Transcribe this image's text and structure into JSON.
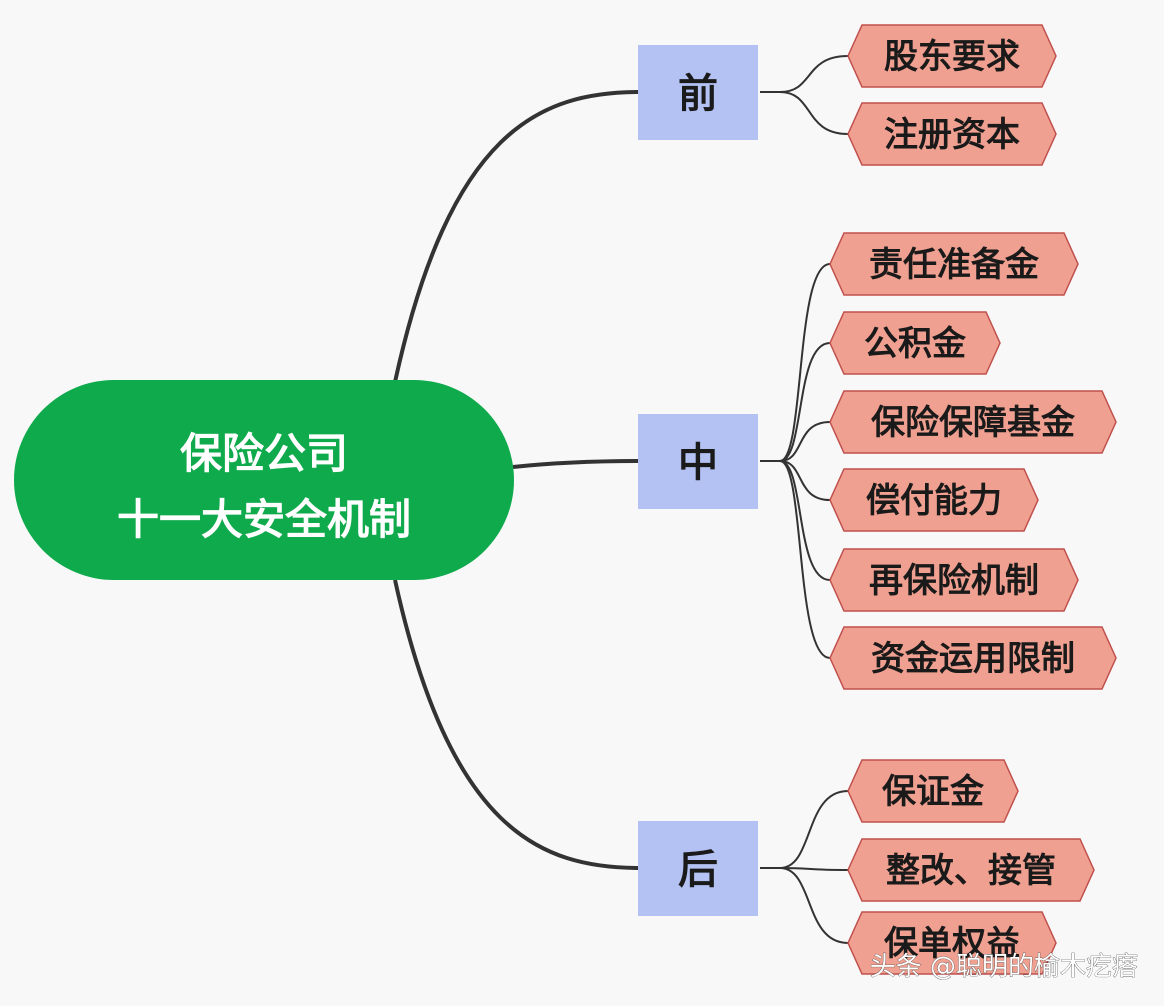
{
  "root": {
    "line1": "保险公司",
    "line2": "十一大安全机制",
    "color": "#0eaa4b"
  },
  "colors": {
    "stage_fill": "#b4c2f3",
    "leaf_fill": "#f0a090",
    "leaf_border": "#c0504d",
    "connector": "#333333"
  },
  "stages": [
    {
      "label": "前",
      "items": [
        "股东要求",
        "注册资本"
      ]
    },
    {
      "label": "中",
      "items": [
        "责任准备金",
        "公积金",
        "保险保障基金",
        "偿付能力",
        "再保险机制",
        "资金运用限制"
      ]
    },
    {
      "label": "后",
      "items": [
        "保证金",
        "整改、接管",
        "保单权益"
      ]
    }
  ],
  "watermark": "头条 @聪明的榆木疙瘩"
}
